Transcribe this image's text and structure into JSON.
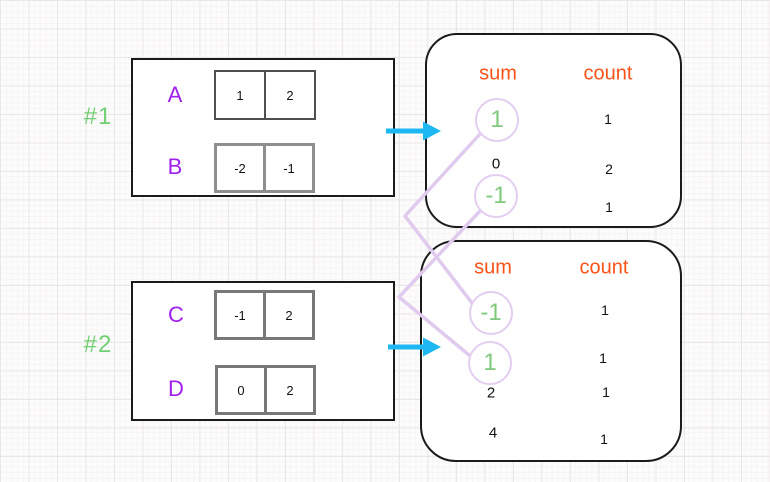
{
  "colors": {
    "green_label": "#72d072",
    "green_circled_value": "#80c87c",
    "purple_letter": "#a020f0",
    "orange_header": "#f95318",
    "cyan_arrow": "#1db8f1",
    "lavender_connector": "#e0cbef",
    "box_border": "#1b1b1b"
  },
  "groups": [
    {
      "label": "#1",
      "arrays": [
        {
          "name": "A",
          "cells": [
            "1",
            "2"
          ]
        },
        {
          "name": "B",
          "cells": [
            "-2",
            "-1"
          ]
        }
      ],
      "result": {
        "sum_header": "sum",
        "count_header": "count",
        "rows": [
          {
            "sum": "1",
            "count": "1",
            "circled": true
          },
          {
            "sum": "0",
            "count": "2",
            "circled": false
          },
          {
            "sum": "-1",
            "count": "1",
            "circled": true
          }
        ]
      }
    },
    {
      "label": "#2",
      "arrays": [
        {
          "name": "C",
          "cells": [
            "-1",
            "2"
          ]
        },
        {
          "name": "D",
          "cells": [
            "0",
            "2"
          ]
        }
      ],
      "result": {
        "sum_header": "sum",
        "count_header": "count",
        "rows": [
          {
            "sum": "-1",
            "count": "1",
            "circled": true
          },
          {
            "sum": "1",
            "count": "1",
            "circled": true
          },
          {
            "sum": "2",
            "count": "1",
            "circled": false
          },
          {
            "sum": "4",
            "count": "1",
            "circled": false
          }
        ]
      }
    }
  ],
  "connections": [
    {
      "from": "group #1 sum 1",
      "to": "group #2 sum -1"
    },
    {
      "from": "group #1 sum -1",
      "to": "group #2 sum 1"
    }
  ]
}
